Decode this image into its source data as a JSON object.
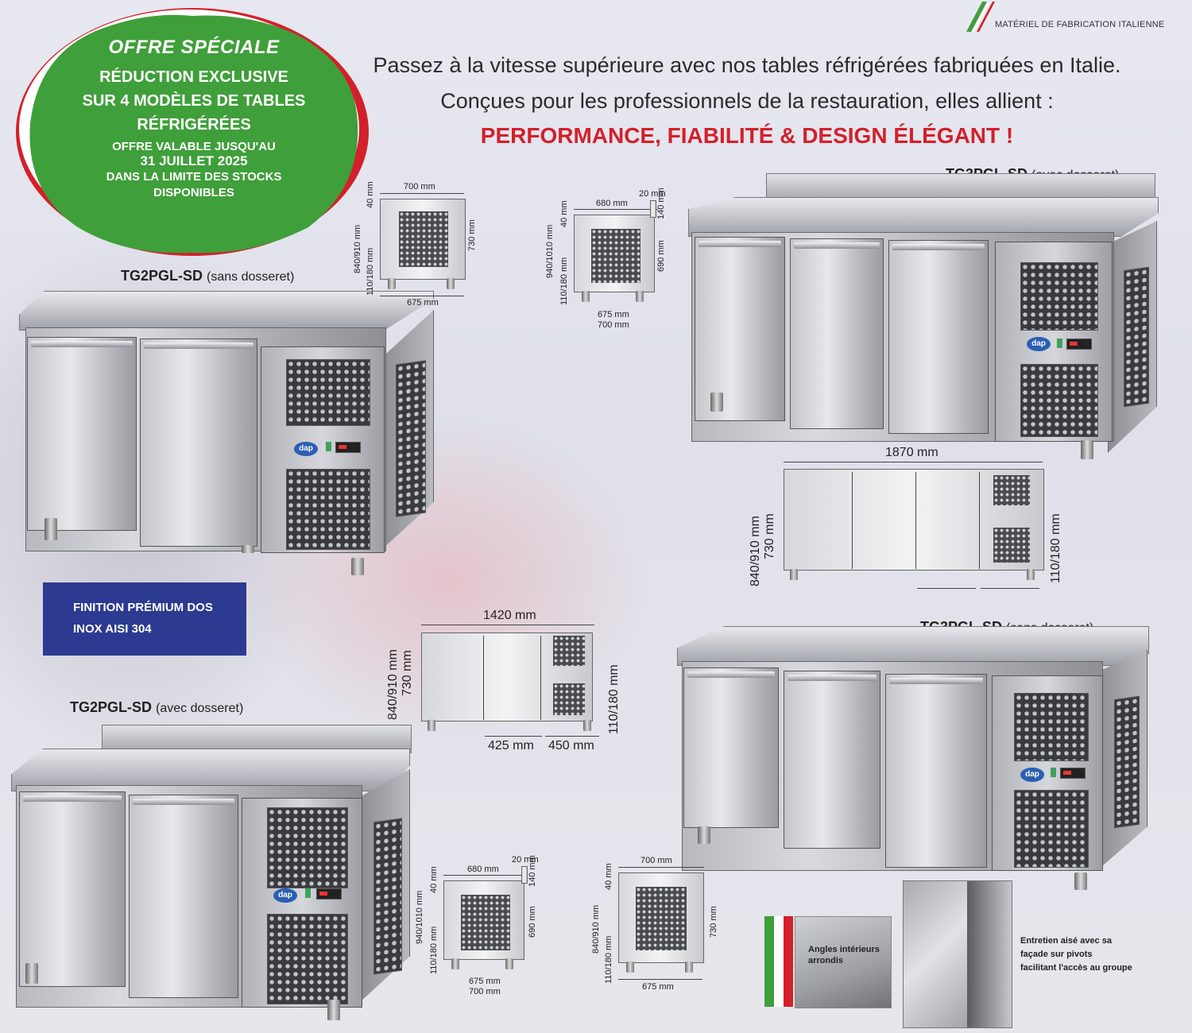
{
  "header": {
    "made_in": "MATÉRIEL DE FABRICATION ITALIENNE",
    "line1": "Passez à la vitesse supérieure avec nos tables réfrigérées fabriquées en Italie.",
    "line2": "Conçues pour les professionnels de la restauration, elles allient :",
    "line3": "PERFORMANCE, FIABILITÉ & DESIGN ÉLÉGANT !"
  },
  "badge": {
    "title": "OFFRE SPÉCIALE",
    "line1": "RÉDUCTION EXCLUSIVE",
    "line2": "SUR 4 MODÈLES DE TABLES",
    "line3": "RÉFRIGÉRÉES",
    "line4": "OFFRE VALABLE JUSQU'AU",
    "date": "31 JUILLET 2025",
    "line5": "DANS LA LIMITE DES STOCKS",
    "line6": "DISPONIBLES",
    "colors": {
      "green": "#3f9f3a",
      "red": "#d3202a"
    }
  },
  "products": [
    {
      "model": "TG2PGL-SD",
      "variant": "(sans dosseret)"
    },
    {
      "model": "TG3PGL-SD",
      "variant": "(avec dosseret)"
    },
    {
      "model": "TG3PGL-SD",
      "variant": "(sans dosseret)"
    },
    {
      "model": "TG2PGL-SD",
      "variant": "(avec dosseret)"
    }
  ],
  "brand_logo": "dap",
  "finish": {
    "line1": "FINITION PRÉMIUM DOS",
    "line2": "INOX AISI 304"
  },
  "dims": {
    "w700": "700 mm",
    "w680": "680 mm",
    "w675": "675 mm",
    "w20": "20 mm",
    "h40": "40 mm",
    "h140": "140 mm",
    "h730": "730 mm",
    "h690": "690 mm",
    "h840": "840/910 mm",
    "h940": "940/1010 mm",
    "h110": "110/180 mm",
    "w1870": "1870 mm",
    "w1420": "1420 mm",
    "w425": "425 mm",
    "w450": "450 mm"
  },
  "features": {
    "corners_l1": "Angles intérieurs",
    "corners_l2": "arrondis",
    "pivot_l1": "Entretien aisé avec sa",
    "pivot_l2": "façade sur pivots",
    "pivot_l3": "facilitant l'accès au groupe"
  }
}
